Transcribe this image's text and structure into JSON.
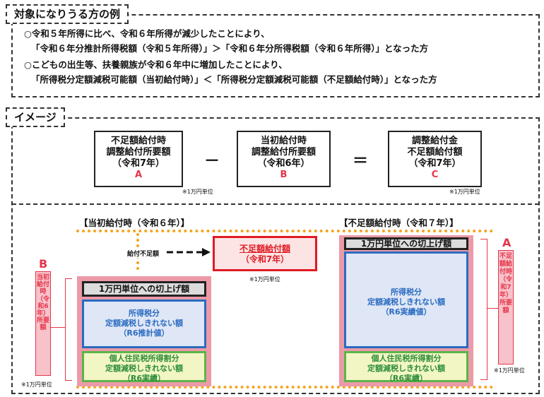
{
  "header1": {
    "label": "対象になりうる方の例"
  },
  "conditions": [
    "○令和５年所得に比べ、令和６年所得が減少したことにより、",
    "「令和６年分推計所得税額（令和５年所得）」＞「令和６年分所得税額（令和６年所得）」となった方",
    "○こどもの出生等、扶養親族が令和６年中に増加したことにより、",
    "「所得税分定額減税可能額（当初給付時）」＜「所得税分定額減税可能額（不足額給付時）」となった方"
  ],
  "header2": {
    "label": "イメージ"
  },
  "formula": {
    "box_a": {
      "lines": [
        "不足額給付時",
        "調整給付所要額",
        "（令和7年）"
      ],
      "letter": "A"
    },
    "minus": "－",
    "box_b": {
      "lines": [
        "当初給付時",
        "調整給付所要額",
        "（令和6年）"
      ],
      "letter": "B"
    },
    "equals": "＝",
    "box_c": {
      "lines": [
        "調整給付金",
        "不足額給付額",
        "（令和7年）"
      ],
      "letter": "C"
    },
    "unit_note": "※1万円単位"
  },
  "diagram": {
    "left_head": "【当初給付時（令和６年）】",
    "right_head": "【不足額給付時（令和７年）】",
    "gap_label": "給付不足額",
    "red_box": {
      "line1": "不足額給付額",
      "line2": "（令和7年）"
    },
    "unit_note": "※1万円単位",
    "left": {
      "gray": "1万円単位への切上げ額",
      "blue": [
        "所得税分",
        "定額減税しきれない額",
        "（R6推計値）"
      ],
      "green": [
        "個人住民税所得割分",
        "定額減税しきれない額",
        "（R6実績）"
      ]
    },
    "right": {
      "gray": "1万円単位への切上げ額",
      "blue": [
        "所得税分",
        "定額減税しきれない額",
        "（R6実績値）"
      ],
      "green": [
        "個人住民税所得割分",
        "定額減税しきれない額",
        "（R6実績）"
      ]
    },
    "side_b": {
      "letter": "B",
      "label": "当初給付時（令和6年）所要額"
    },
    "side_a": {
      "letter": "A",
      "label": "不足額給付時（令和7年）所要額"
    }
  },
  "colors": {
    "red": "#e01b24",
    "blue": "#2a6cc0",
    "green": "#5bb54a",
    "orange": "#f3a51d",
    "pink": "#ec9aa8"
  }
}
